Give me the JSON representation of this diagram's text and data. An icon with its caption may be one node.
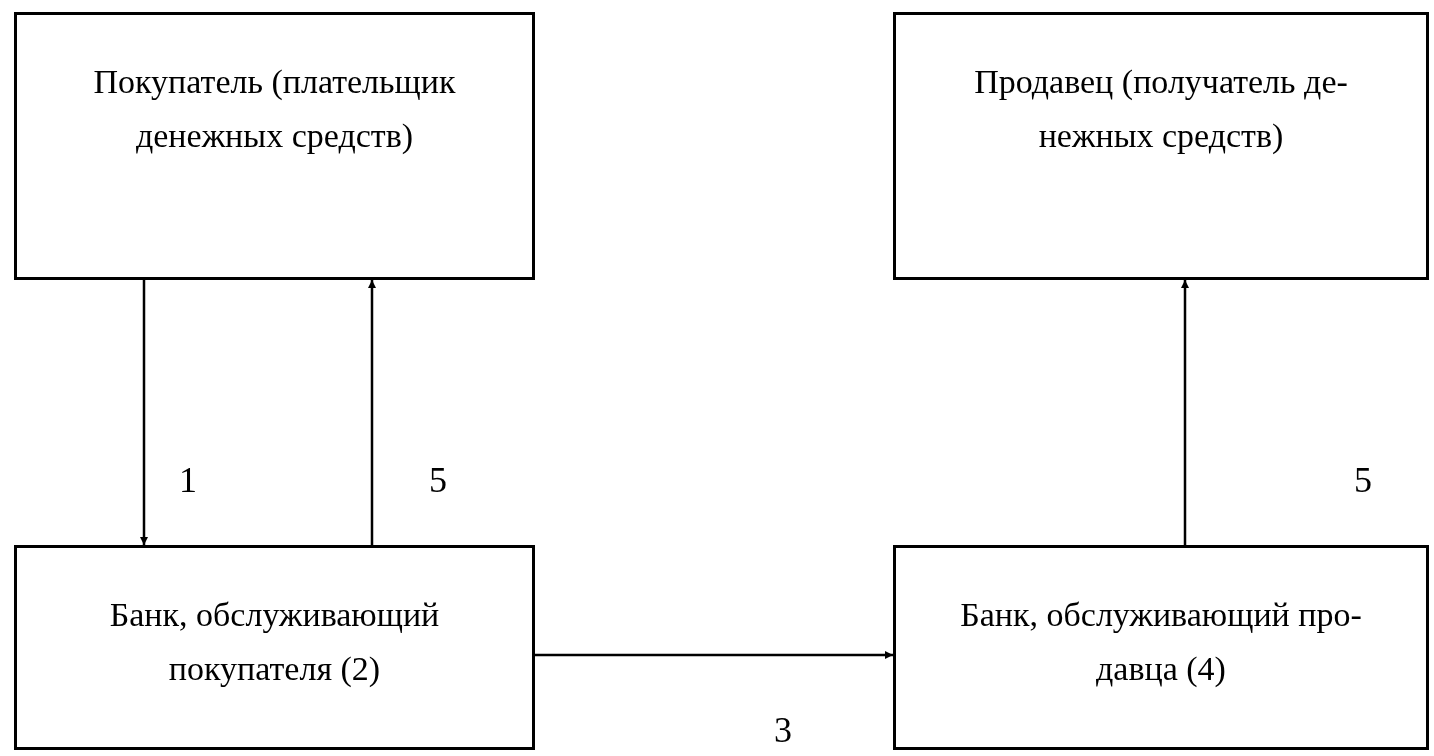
{
  "diagram": {
    "nodes": [
      {
        "text": [
          "Покупатель (плательщик денежных средств)"
        ]
      },
      {
        "text": [
          "Продавец (получатель де- нежных средств)"
        ]
      },
      {
        "text": [
          "Банк, обслуживающий покупателя (2)"
        ]
      },
      {
        "text": [
          "Банк, обслуживающий про- давца (4)"
        ]
      }
    ],
    "edges": [
      {
        "from": 0,
        "to": 2,
        "arrow": "to",
        "label": "1"
      },
      {
        "from": 2,
        "to": 0,
        "arrow": "to",
        "label": "5"
      },
      {
        "from": 2,
        "to": 3,
        "arrow": "to",
        "label": "3"
      },
      {
        "from": 3,
        "to": 1,
        "arrow": "to",
        "label": "5"
      }
    ]
  }
}
